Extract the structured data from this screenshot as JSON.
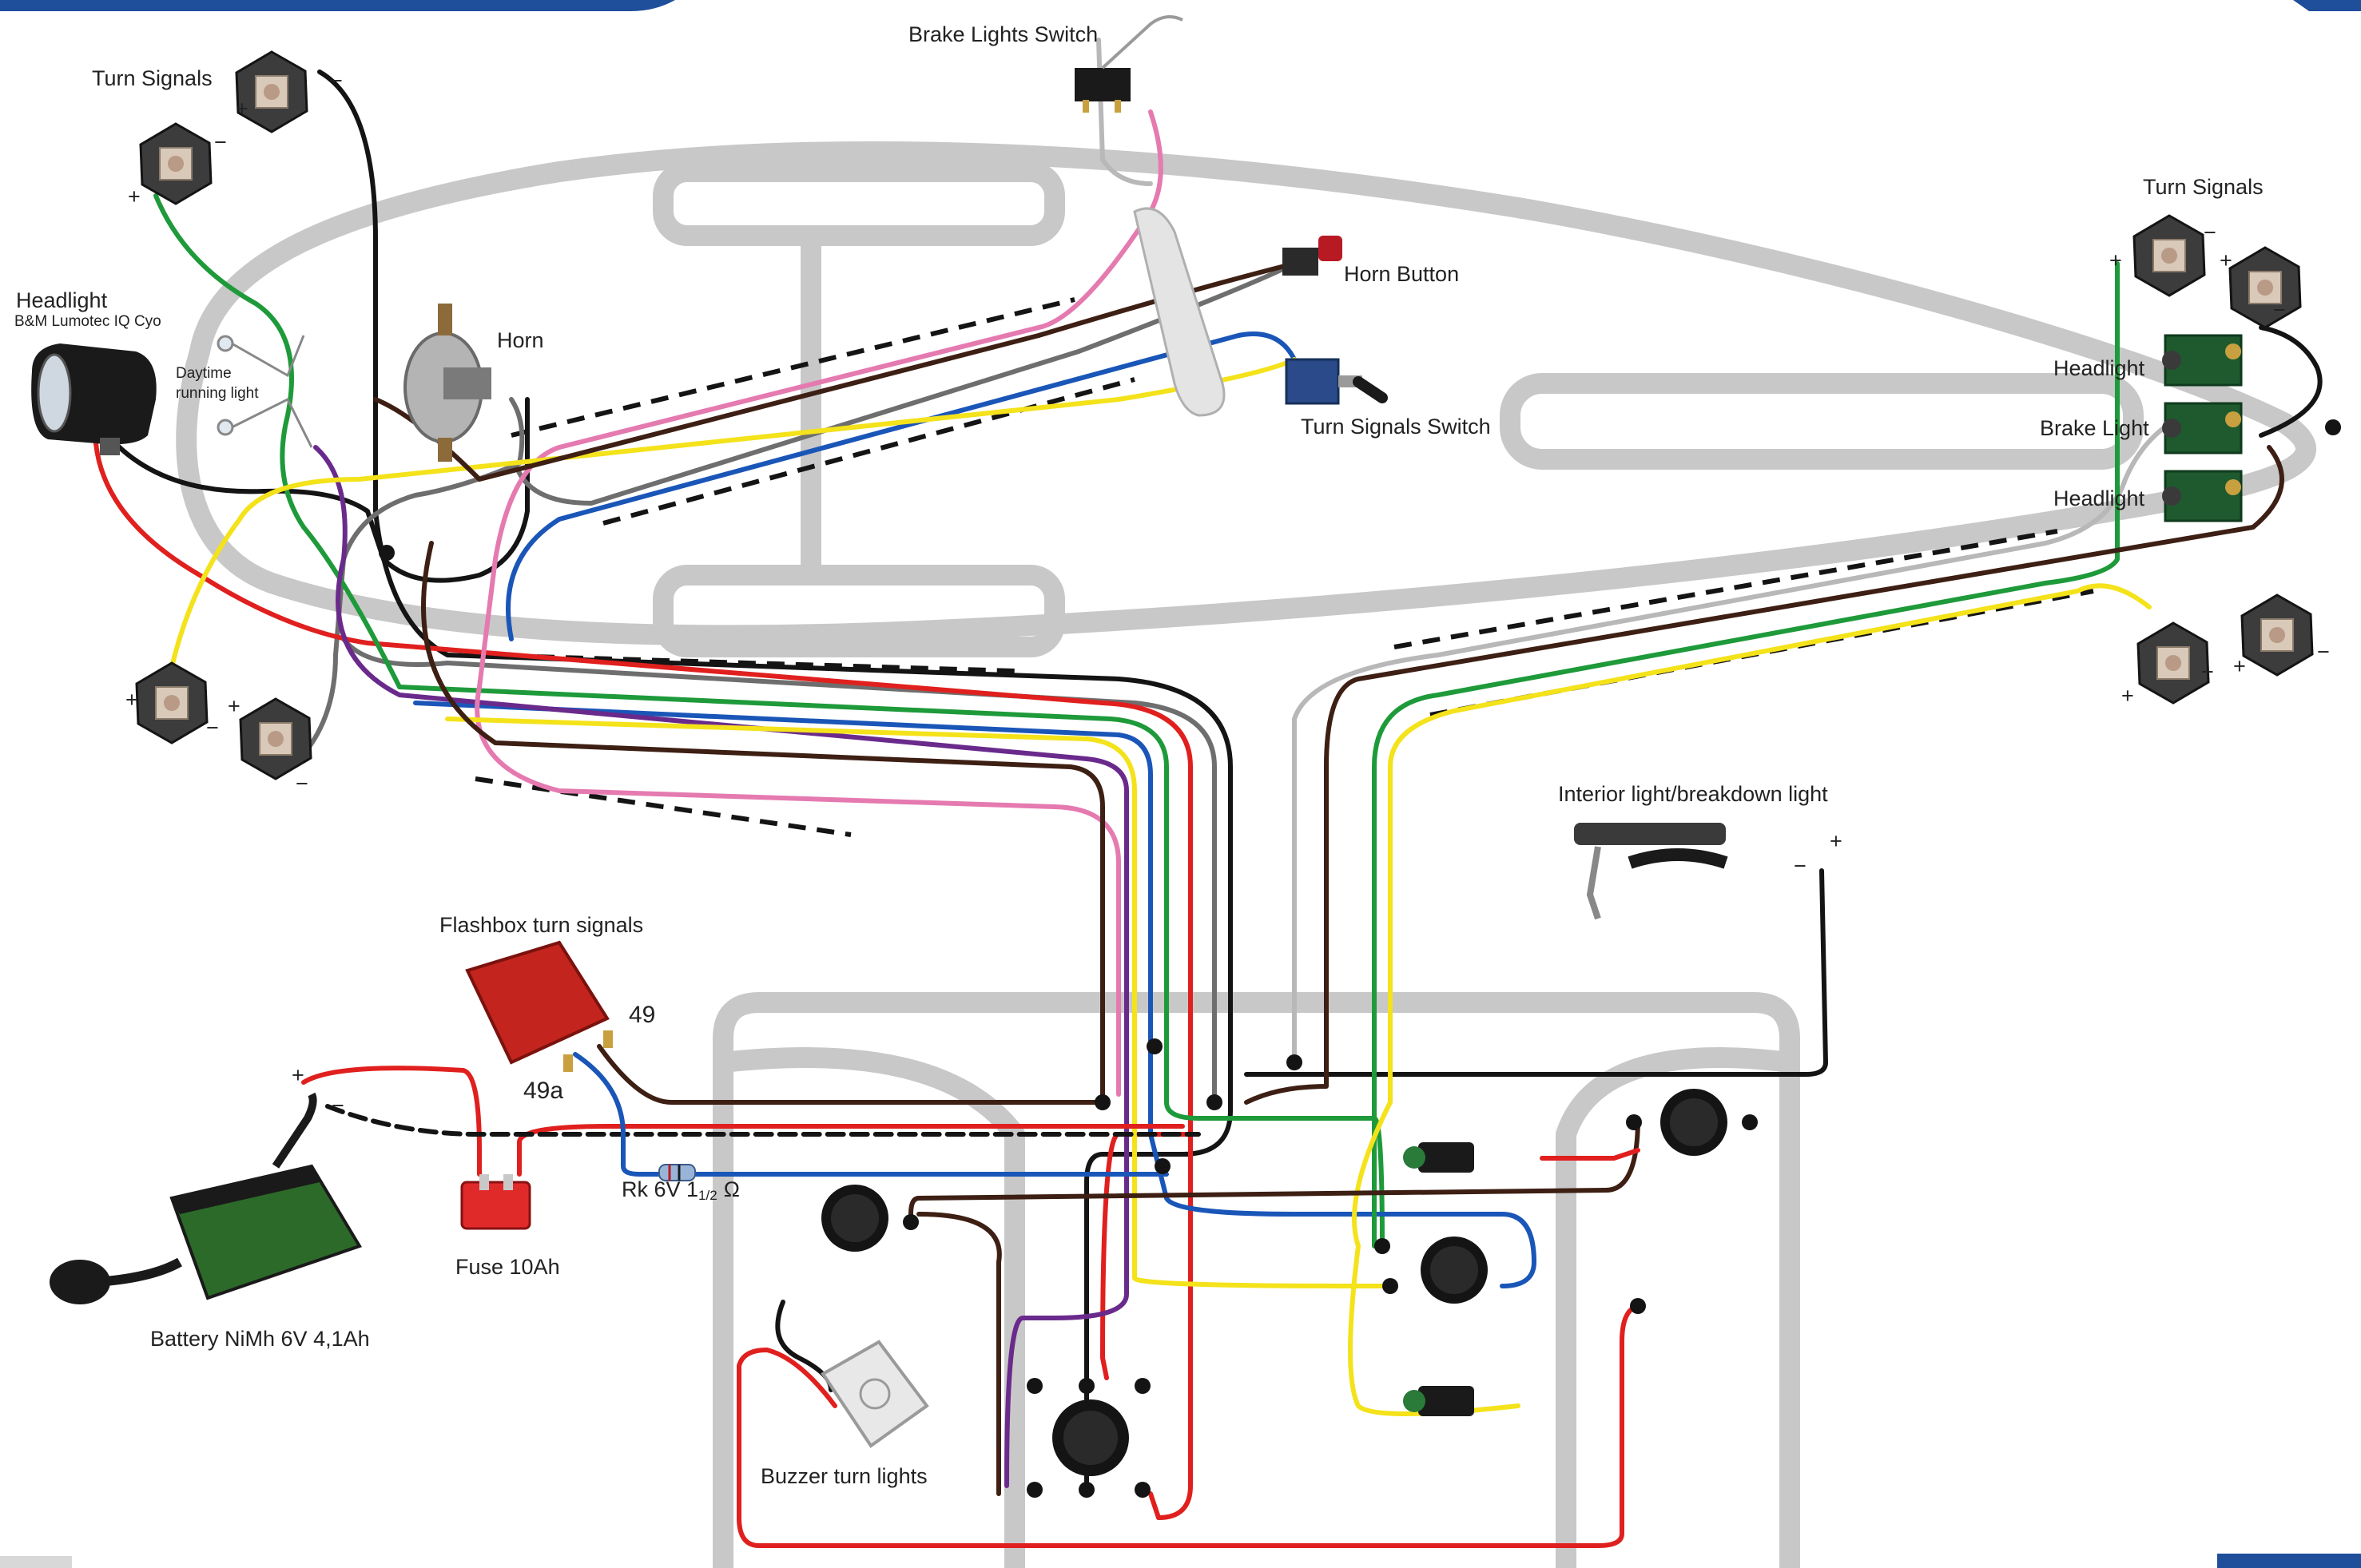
{
  "labels": {
    "turn_signals_left": "Turn Signals",
    "turn_signals_right": "Turn Signals",
    "headlight_title": "Headlight",
    "headlight_model": "B&M Lumotec IQ Cyo",
    "daytime_line1": "Daytime",
    "daytime_line2": "running light",
    "horn": "Horn",
    "brake_lights_switch": "Brake Lights Switch",
    "horn_button": "Horn Button",
    "turn_signals_switch": "Turn Signals Switch",
    "headlight_right_top": "Headlight",
    "brake_light_right": "Brake Light",
    "headlight_right_bottom": "Headlight",
    "interior_light": "Interior light/breakdown light",
    "flashbox": "Flashbox turn signals",
    "terminal_49": "49",
    "terminal_49a": "49a",
    "resistor": "Rk 6V 1",
    "resistor_sub": "1/2",
    "resistor_unit": "Ω",
    "fuse": "Fuse 10Ah",
    "battery": "Battery NiMh 6V 4,1Ah",
    "buzzer": "Buzzer turn lights",
    "plus": "+",
    "minus": "−"
  },
  "colors": {
    "red": "#e0201e",
    "black": "#141414",
    "green": "#1e9a3a",
    "yellow": "#f4e21a",
    "blue": "#1a56b8",
    "purple": "#6a2a8c",
    "pink": "#e57ab0",
    "brown": "#3d1f14",
    "grey": "#6e6e6e",
    "outline": "#c8c8c8",
    "header_blue": "#1f4e9b"
  }
}
